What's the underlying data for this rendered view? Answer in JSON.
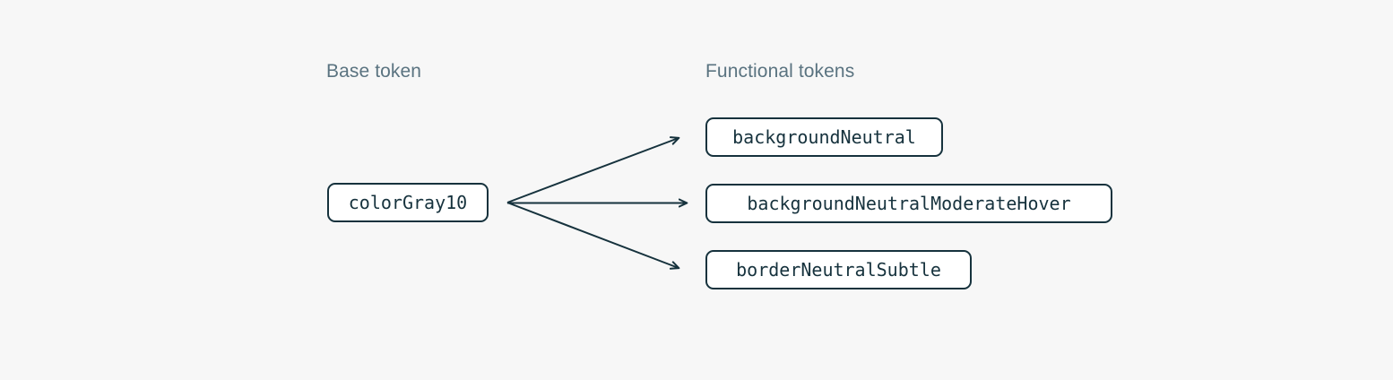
{
  "diagram": {
    "type": "token-mapping",
    "background_color": "#f7f7f7",
    "line_color": "#16323d",
    "heading_color": "#5a7380",
    "box_border_color": "#16323d",
    "box_fill_color": "#ffffff",
    "columns": {
      "base_heading": "Base token",
      "functional_heading": "Functional tokens"
    },
    "base_token": {
      "label": "colorGray10"
    },
    "functional_tokens": [
      {
        "label": "backgroundNeutral"
      },
      {
        "label": "backgroundNeutralModerateHover"
      },
      {
        "label": "borderNeutralSubtle"
      }
    ],
    "arrows": [
      {
        "from": "colorGray10",
        "to": "backgroundNeutral"
      },
      {
        "from": "colorGray10",
        "to": "backgroundNeutralModerateHover"
      },
      {
        "from": "colorGray10",
        "to": "borderNeutralSubtle"
      }
    ]
  }
}
